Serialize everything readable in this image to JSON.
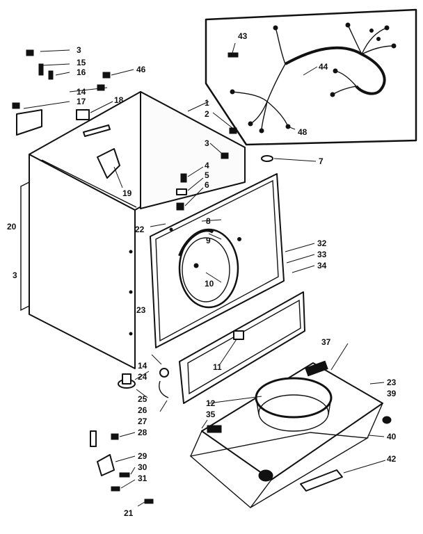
{
  "callouts": {
    "c1": "1",
    "c2": "2",
    "c3a": "3",
    "c3b": "3",
    "c3c": "3",
    "c4": "4",
    "c5": "5",
    "c6": "6",
    "c7": "7",
    "c8": "8",
    "c9": "9",
    "c10": "10",
    "c11": "11",
    "c12": "12",
    "c14a": "14",
    "c14b": "14",
    "c15": "15",
    "c16": "16",
    "c17": "17",
    "c18": "18",
    "c19": "19",
    "c20": "20",
    "c21": "21",
    "c22": "22",
    "c23a": "23",
    "c23b": "23",
    "c24": "24",
    "c25": "25",
    "c26": "26",
    "c27": "27",
    "c28": "28",
    "c29": "29",
    "c30": "30",
    "c31": "31",
    "c32": "32",
    "c33": "33",
    "c34": "34",
    "c35": "35",
    "c37": "37",
    "c39": "39",
    "c40": "40",
    "c42": "42",
    "c43": "43",
    "c44": "44",
    "c46": "46",
    "c48": "48"
  }
}
